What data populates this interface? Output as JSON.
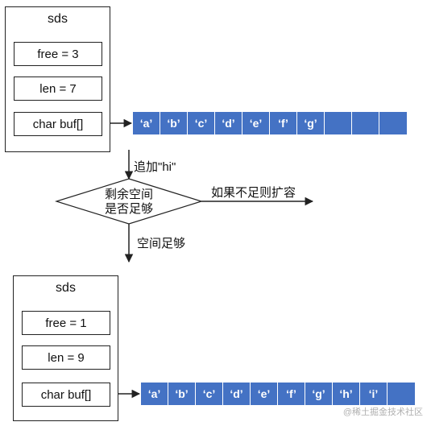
{
  "top": {
    "title": "sds",
    "free": "free = 3",
    "len": "len = 7",
    "buf_label": "char buf[]",
    "cells": [
      "‘a’",
      "‘b’",
      "‘c’",
      "‘d’",
      "‘e’",
      "‘f’",
      "‘g’",
      "",
      "",
      ""
    ]
  },
  "flow": {
    "append_label": "追加\"hi\"",
    "decision_line1": "剩余空间",
    "decision_line2": "是否足够",
    "no_branch": "如果不足则扩容",
    "yes_branch": "空间足够"
  },
  "bottom": {
    "title": "sds",
    "free": "free = 1",
    "len": "len = 9",
    "buf_label": "char buf[]",
    "cells": [
      "‘a’",
      "‘b’",
      "‘c’",
      "‘d’",
      "‘e’",
      "‘f’",
      "‘g’",
      "‘h’",
      "‘i’",
      ""
    ]
  },
  "watermark": "@稀土掘金技术社区",
  "colors": {
    "cell_fill": "#4472C4",
    "line": "#222222"
  }
}
